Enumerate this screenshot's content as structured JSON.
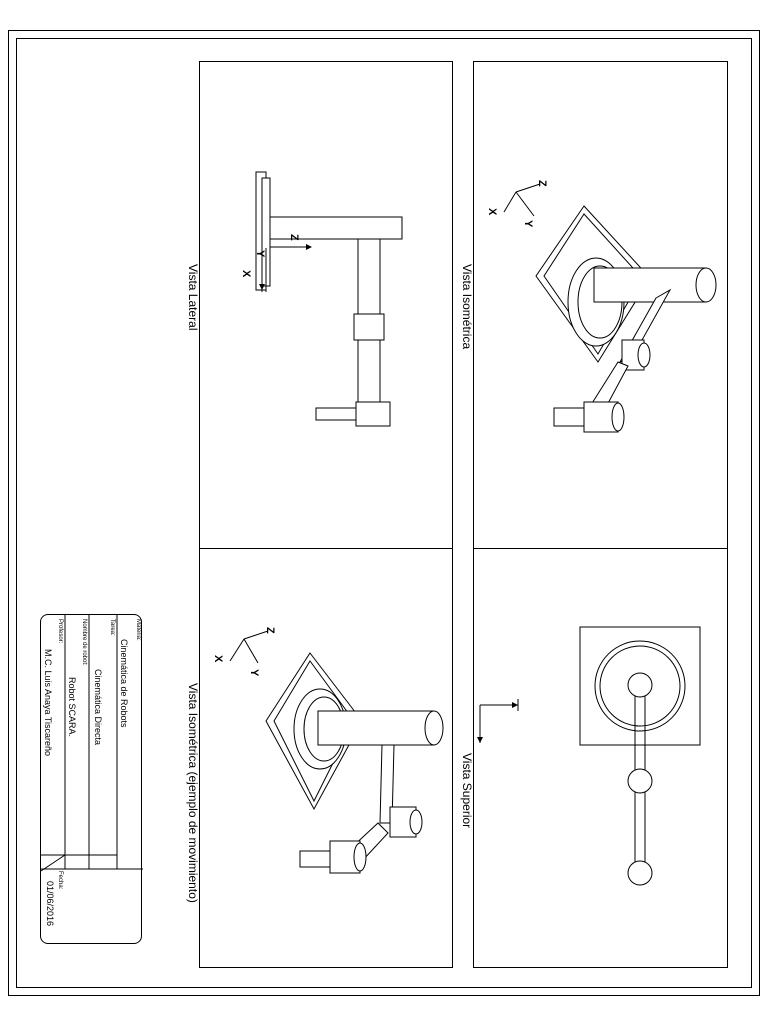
{
  "views": {
    "lateral": {
      "title": "Vista Lateral",
      "axes": {
        "x": "X",
        "y": "Y",
        "z": "Z"
      }
    },
    "isometric": {
      "title": "Vista Isométrica",
      "axes": {
        "x": "X",
        "y": "Y",
        "z": "Z"
      }
    },
    "isometric_example": {
      "title": "Vista Isométrica (ejemplo de movimiento)",
      "axes": {
        "x": "X",
        "y": "Y",
        "z": "Z"
      }
    },
    "top": {
      "title": "Vista Superior"
    }
  },
  "title_block": {
    "subject_label": "Materia:",
    "subject": "Cinemática de Robots",
    "task_label": "Tarea:",
    "task": "Cinemática Directa",
    "robot_label": "Nombre de robot:",
    "robot": "Robot SCARA.",
    "teacher_label": "Profesor:",
    "teacher": "M.C. Luis Anaya Tiscareño",
    "date_label": "Fecha:",
    "date": "01/06/2016"
  }
}
